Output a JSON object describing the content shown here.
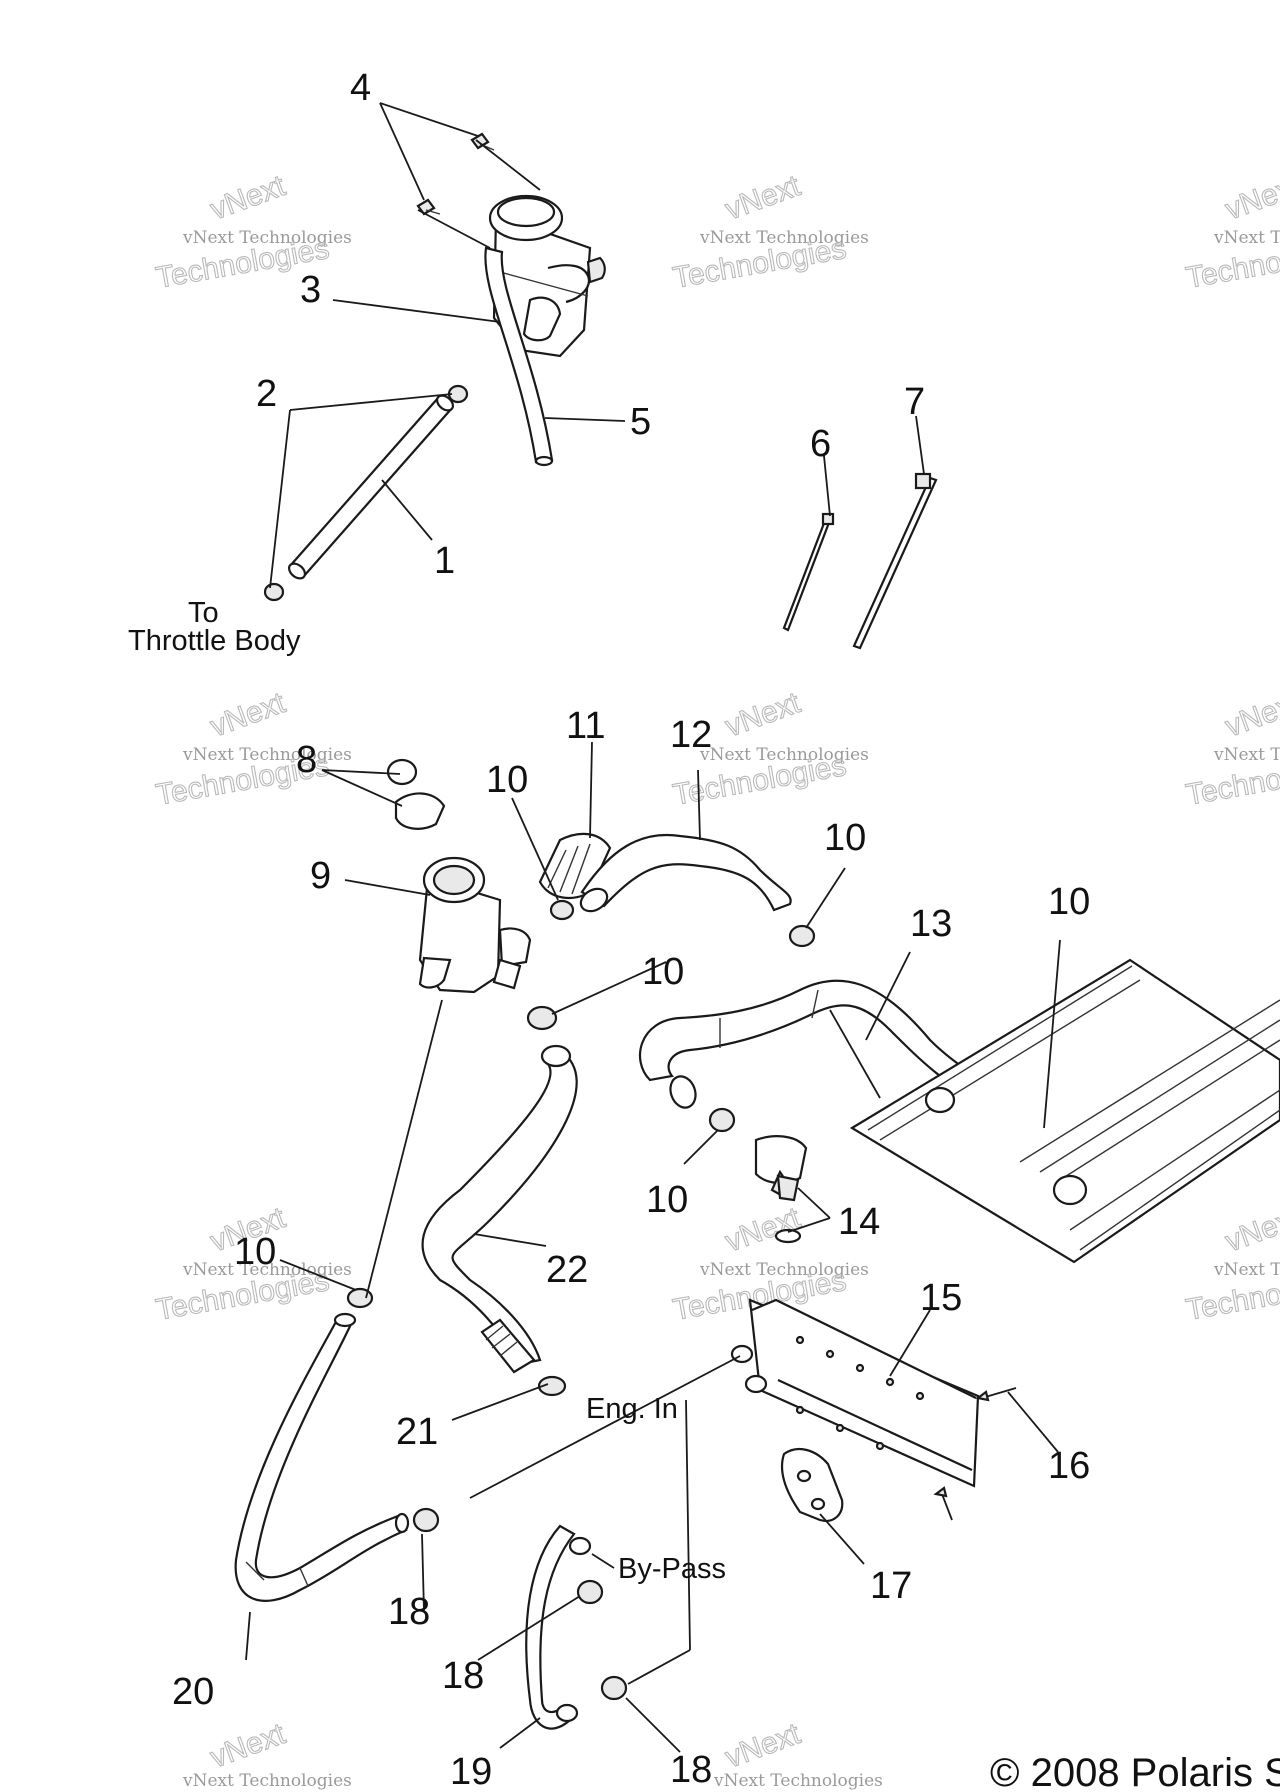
{
  "watermark": {
    "line1": "vNext",
    "line2": "vNext Technologies",
    "line3": "Technologies"
  },
  "copyright": "© 2008 Polaris S",
  "callouts": {
    "c1": "1",
    "c2": "2",
    "c3": "3",
    "c4": "4",
    "c5": "5",
    "c6": "6",
    "c7": "7",
    "c8": "8",
    "c9": "9",
    "c10": "10",
    "c11": "11",
    "c12": "12",
    "c13": "13",
    "c14": "14",
    "c15": "15",
    "c16": "16",
    "c17": "17",
    "c18": "18",
    "c19": "19",
    "c20": "20",
    "c21": "21",
    "c22": "22"
  },
  "labels": {
    "to": "To",
    "throttle_body": "Throttle Body",
    "eng_in": "Eng. In",
    "by_pass": "By-Pass"
  }
}
